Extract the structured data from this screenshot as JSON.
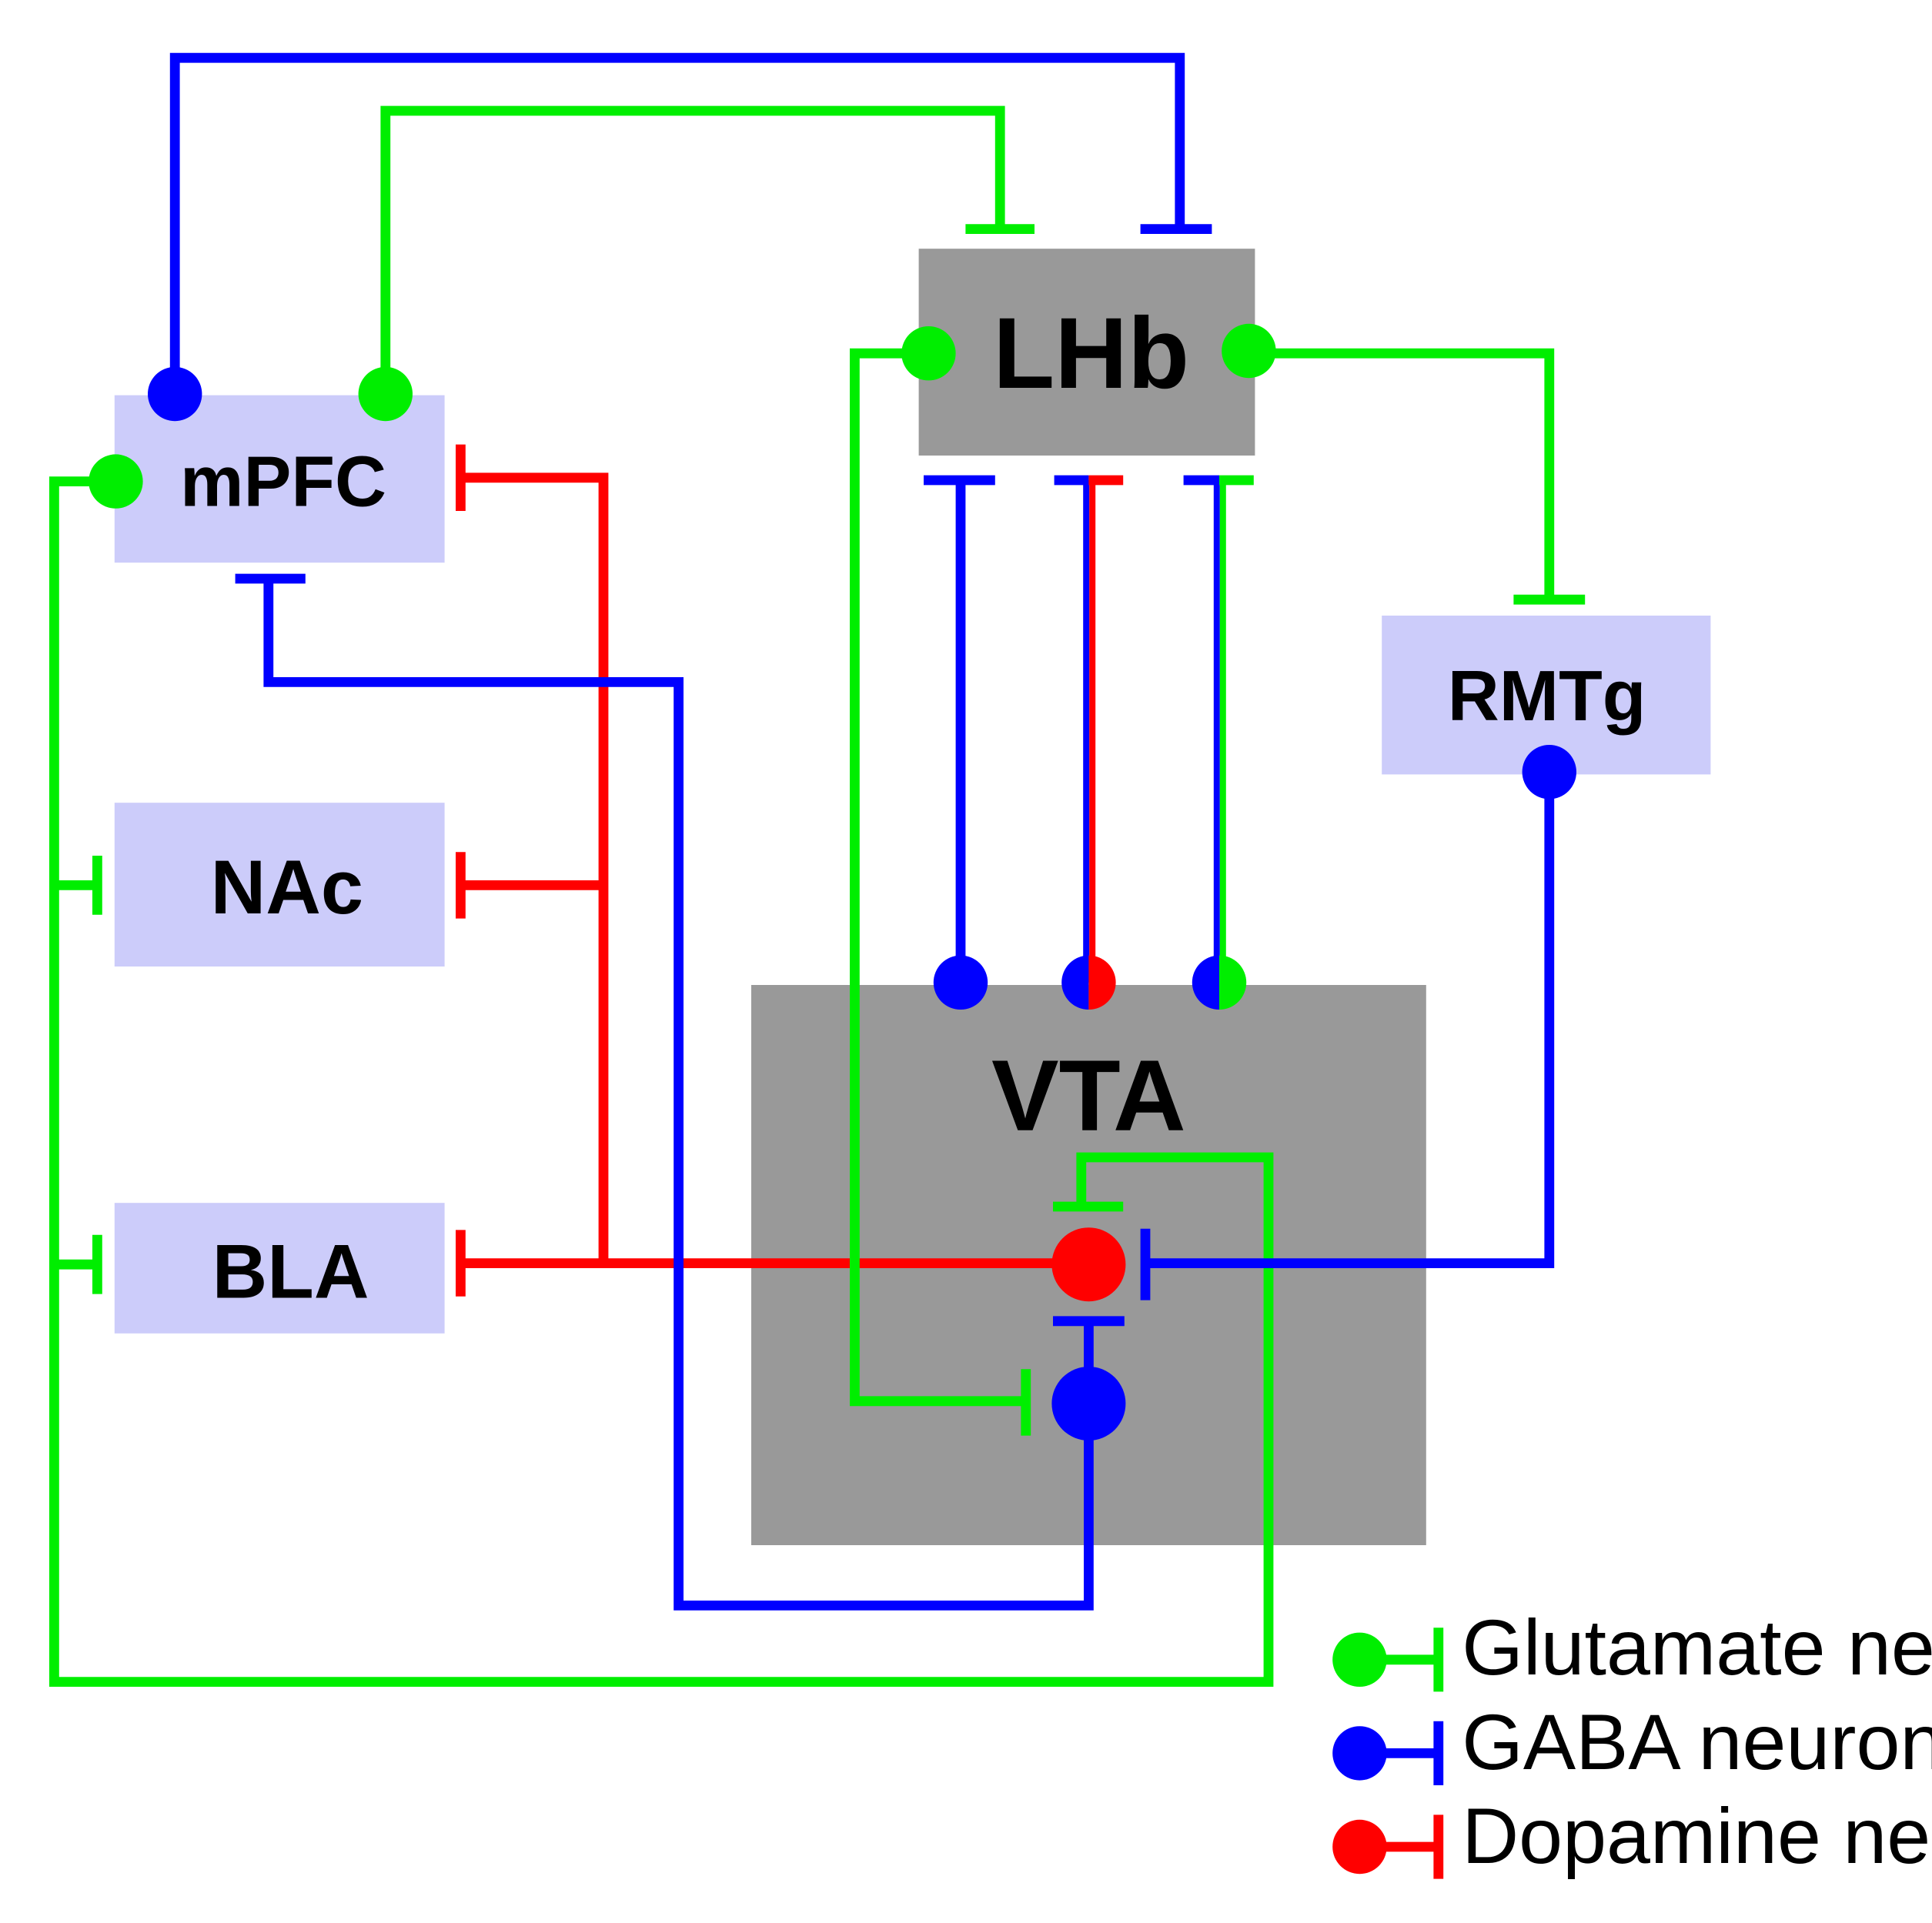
{
  "regions": {
    "mpfc": "mPFC",
    "nac": "NAc",
    "bla": "BLA",
    "lhb": "LHb",
    "rmtg": "RMTg",
    "vta": "VTA"
  },
  "legend": {
    "glutamate": "Glutamate neuron",
    "gaba": "GABA neuron",
    "dopamine": "Dopamine neuron"
  },
  "colors": {
    "glutamate": "#00ee00",
    "gaba": "#0000ff",
    "dopamine": "#ff0000",
    "light_region": "#ccccfa",
    "dark_region": "#999999"
  }
}
